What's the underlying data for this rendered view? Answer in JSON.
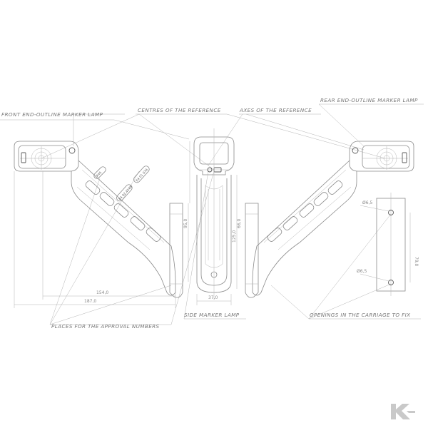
{
  "labels": {
    "front_lamp": "FRONT END-OUTLINE MARKER LAMP",
    "centres": "CENTRES OF THE REFERENCE",
    "axes": "AXES OF THE REFERENCE",
    "rear_lamp": "REAR END-OUTLINE MARKER LAMP",
    "approval": "PLACES FOR THE APPROVAL NUMBERS",
    "side_lamp": "SIDE MARKER LAMP",
    "openings": "OPENINGS IN THE CARRIAGE TO FIX"
  },
  "dimensions": {
    "width_154": "154,0",
    "width_187": "187,0",
    "width_37": "37,0",
    "height_left": "95,0",
    "height_mid": "125,0",
    "height_mid2": "66,0",
    "spacing_79": "79,0",
    "hole_top": "Ø6,5",
    "hole_bottom": "Ø6,5"
  },
  "markings": {
    "m1": "R45",
    "m2": "E4 01 034",
    "m3": "E4 02 4148"
  }
}
